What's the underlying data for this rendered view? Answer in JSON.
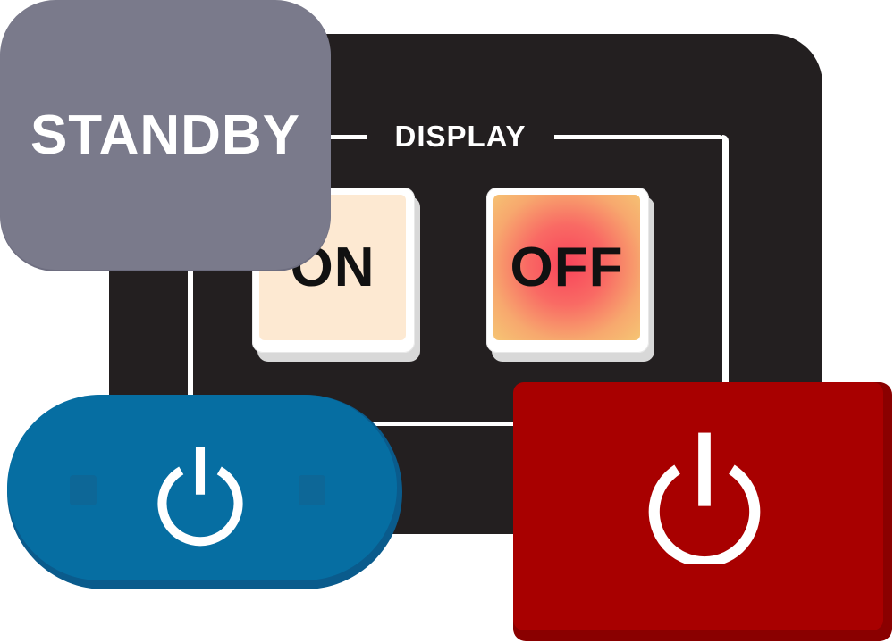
{
  "panel": {
    "title": "DISPLAY",
    "color": "#231f20"
  },
  "keys": {
    "on_label": "ON",
    "off_label": "OFF",
    "on_color": "#fde9d2",
    "off_color": "#f96a64"
  },
  "standby": {
    "label": "STANDBY",
    "color": "#7a7a8b"
  },
  "power_buttons": {
    "blue": {
      "icon": "power-icon",
      "color": "#066ea2"
    },
    "red": {
      "icon": "power-icon",
      "color": "#a80000"
    }
  }
}
